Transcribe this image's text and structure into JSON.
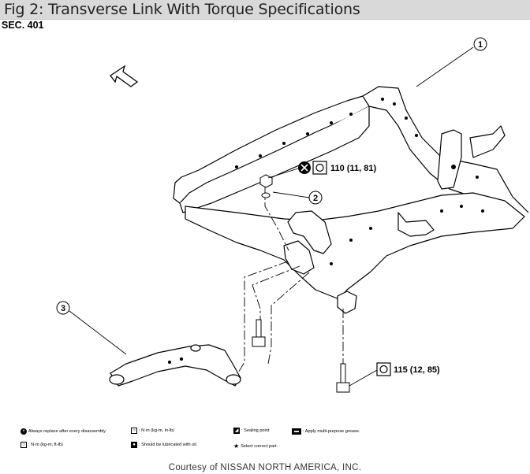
{
  "title": "Fig 2: Transverse Link With Torque Specifications",
  "section": "SEC. 401",
  "callouts": {
    "c1": "1",
    "c2": "2",
    "c3": "3"
  },
  "torque": {
    "t1": "110 (11, 81)",
    "t2": "115 (12, 85)"
  },
  "legend": {
    "replace": "Always replace after every disassembly.",
    "nm_kgm_inlb": ": N·m (kg-m, in-lb)",
    "sealing": ": Sealing point",
    "grease": ": Apply multi-purpose grease.",
    "nm_kgm_ftlb": ": N·m (kg-m, ft-lb)",
    "lubricate": ": Should be lubricated with oil.",
    "select": "Select correct part."
  },
  "courtesy": "Courtesy of NISSAN NORTH AMERICA, INC."
}
